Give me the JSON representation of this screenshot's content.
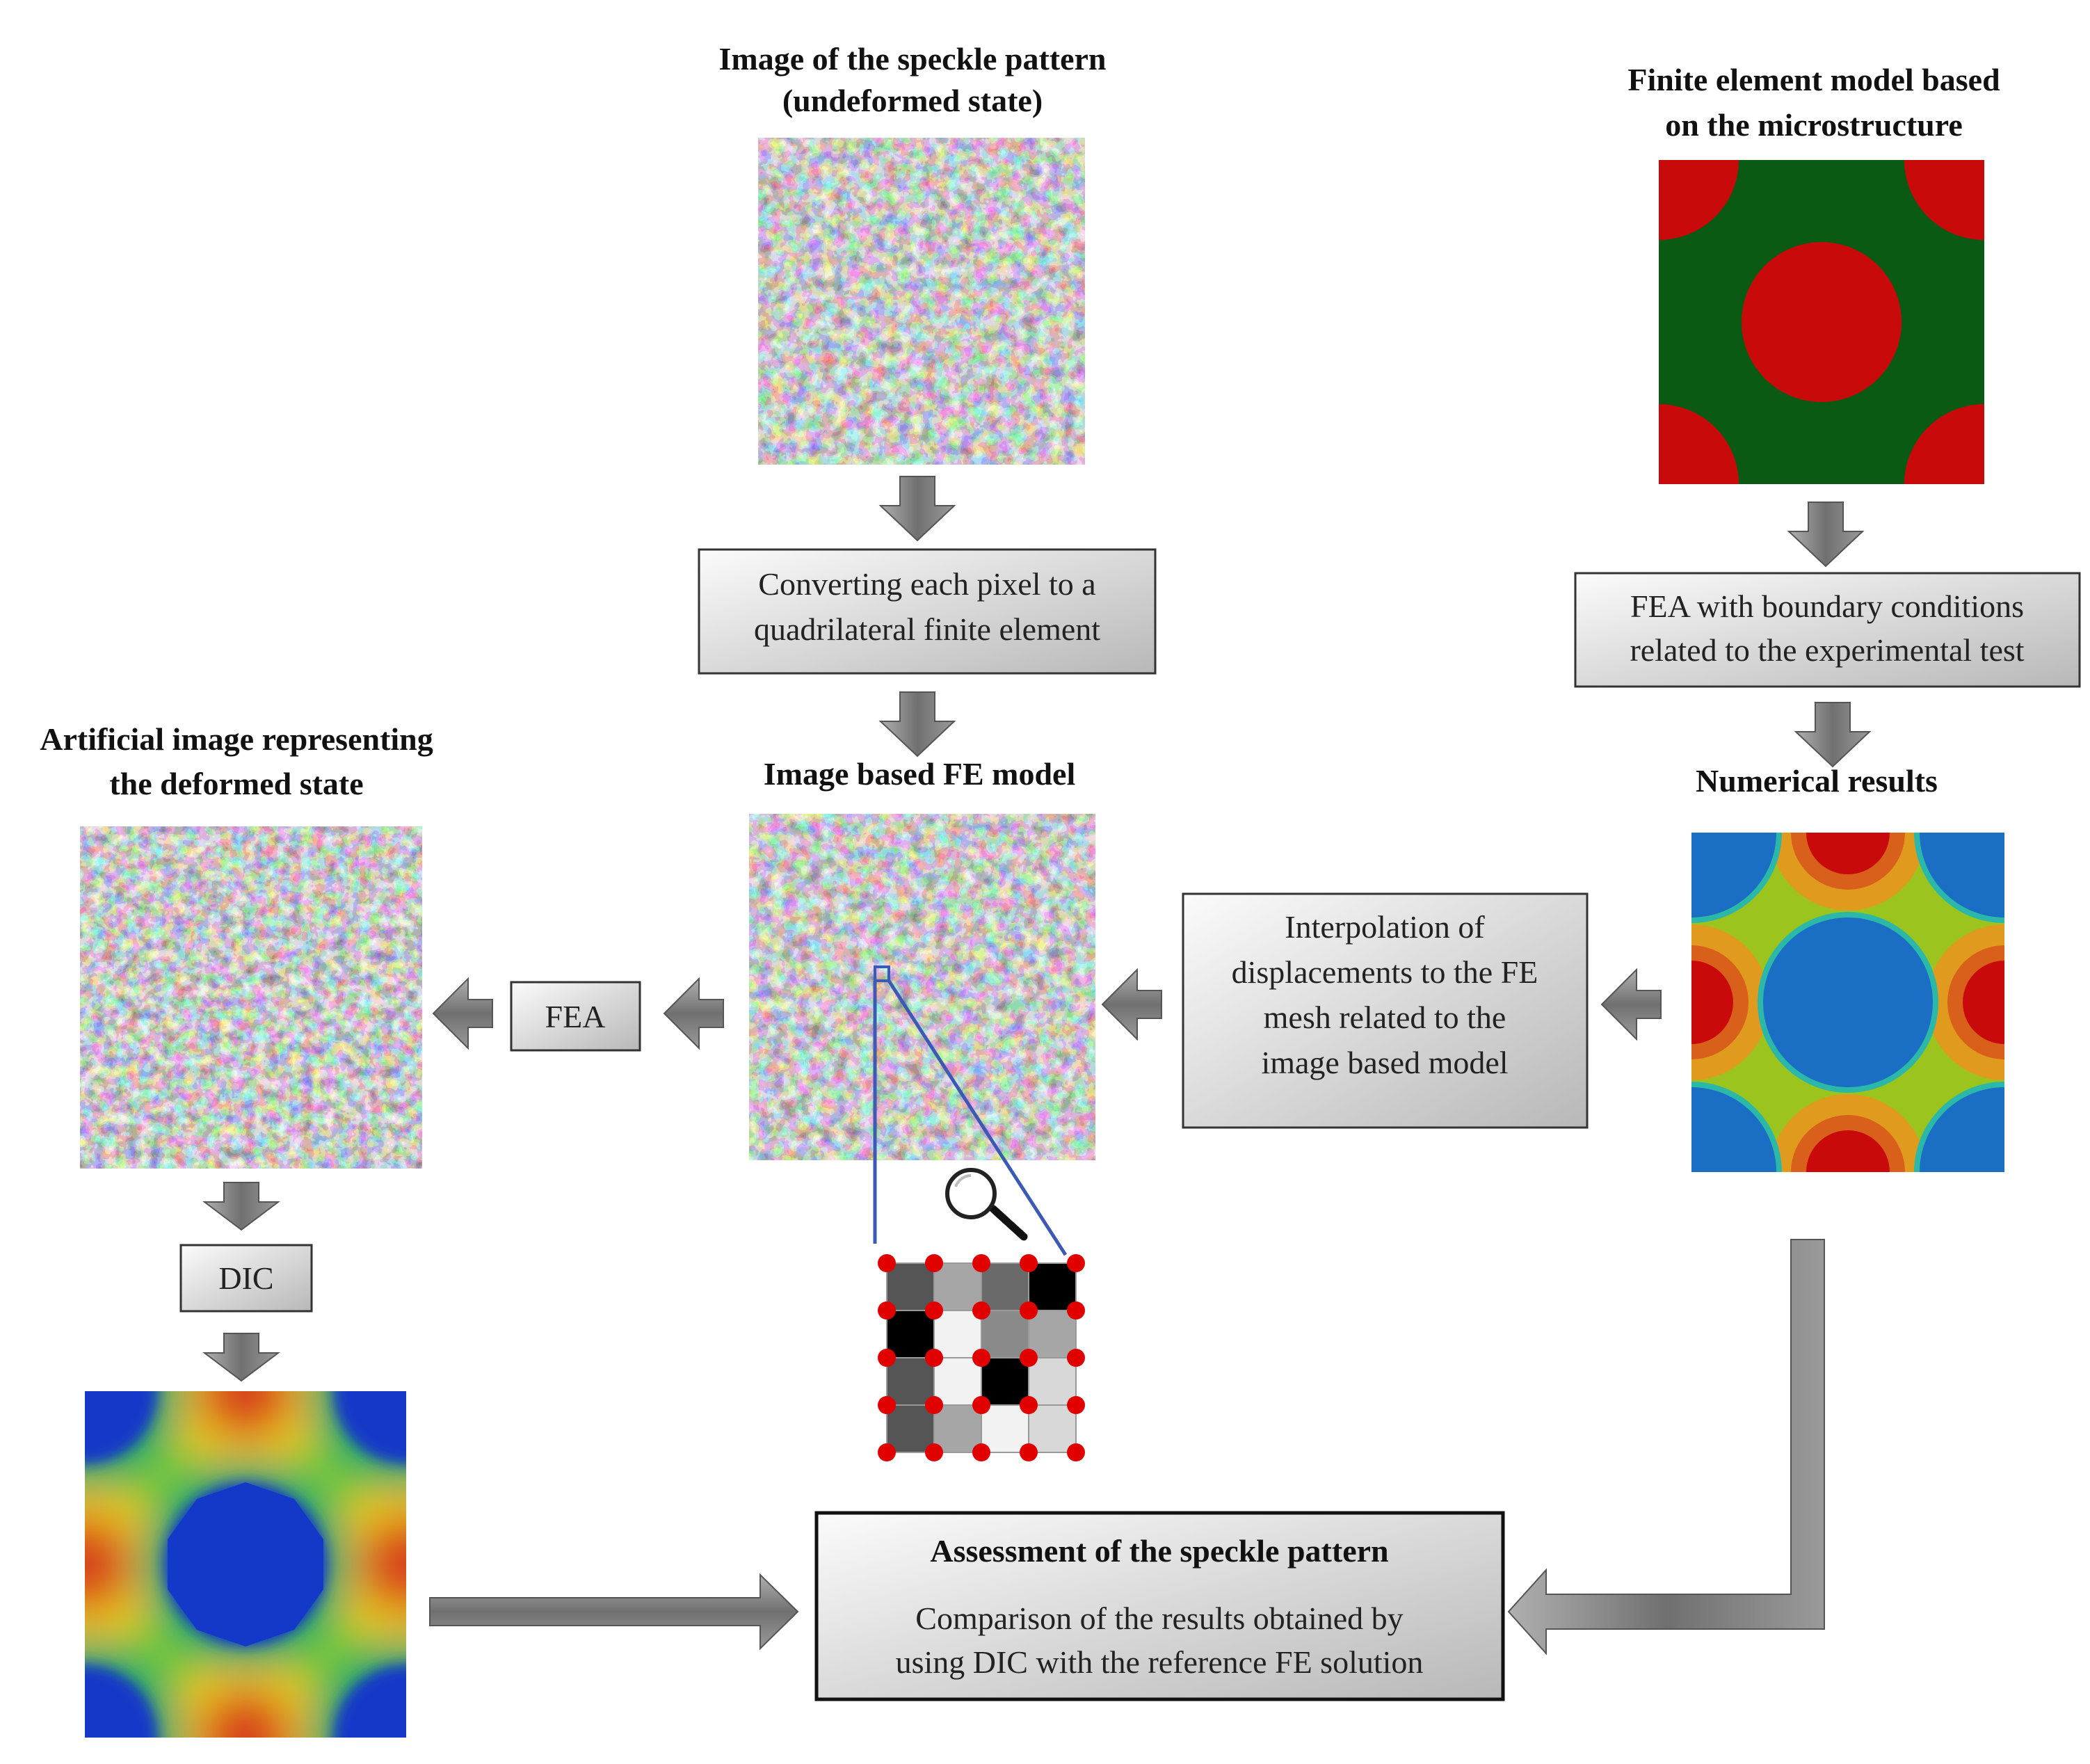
{
  "titles": {
    "speckle_line1": "Image of the speckle pattern",
    "speckle_line2": "(undeformed state)",
    "fem_line1": "Finite element model based",
    "fem_line2": "on the microstructure",
    "artificial_line1": "Artificial image representing",
    "artificial_line2": "the deformed state",
    "image_fe": "Image based FE model",
    "numerical": "Numerical results"
  },
  "boxes": {
    "converting_line1": "Converting each pixel to a",
    "converting_line2": "quadrilateral finite element",
    "fea_bc_line1": "FEA with boundary conditions",
    "fea_bc_line2": "related to the experimental test",
    "interp_line1": "Interpolation of",
    "interp_line2": "displacements to the FE",
    "interp_line3": "mesh related to the",
    "interp_line4": "image based model",
    "fea": "FEA",
    "dic": "DIC",
    "assessment_title": "Assessment of the speckle pattern",
    "assessment_line1": "Comparison of the results obtained by",
    "assessment_line2": "using DIC with the reference FE solution"
  },
  "icons": {
    "magnifier": "magnifier-icon"
  },
  "colors": {
    "arrow": "#808080",
    "fe_matrix": "#0a5a14",
    "fe_fiber": "#c80a0a",
    "contour_blue": "#1a6fc4",
    "dic_blue": "#1438c8",
    "mesh_node": "#e00000",
    "zoom_line": "#3c5ab4"
  }
}
